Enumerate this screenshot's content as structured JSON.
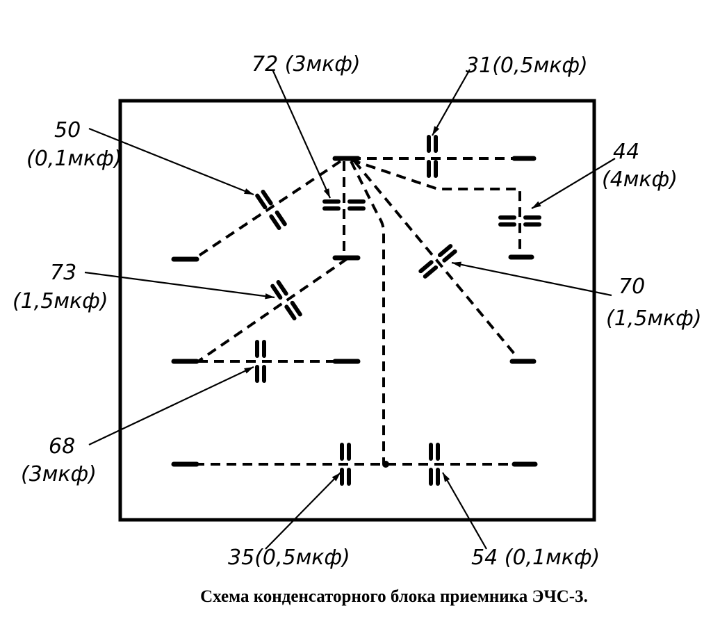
{
  "caption": "Схема конденсаторного блока приемника ЭЧС-3.",
  "capacitors": [
    {
      "id": "72",
      "value": "(3мкф)"
    },
    {
      "id": "31",
      "value": "(0,5мкф)"
    },
    {
      "id": "50",
      "value": "(0,1мкф)"
    },
    {
      "id": "44",
      "value": "(4мкф)"
    },
    {
      "id": "73",
      "value": "(1,5мкф)"
    },
    {
      "id": "70",
      "value": "(1,5мкф)"
    },
    {
      "id": "68",
      "value": "(3мкф)"
    },
    {
      "id": "35",
      "value": "(0,5мкф)"
    },
    {
      "id": "54",
      "value": "(0,1мкф)"
    }
  ]
}
